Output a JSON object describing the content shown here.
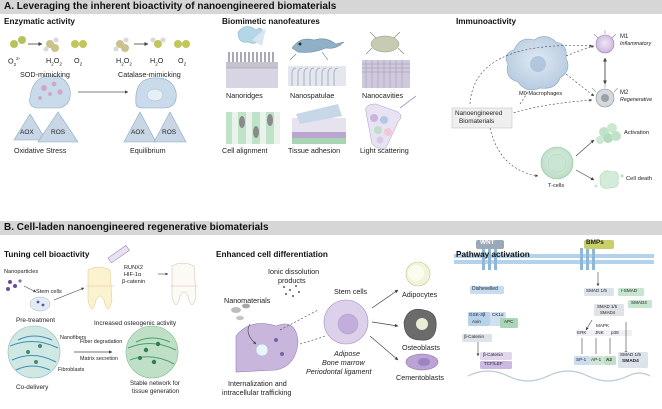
{
  "section_a": {
    "title": "A. Leveraging the inherent bioactivity of nanoengineered biomaterials",
    "enzymatic": {
      "heading": "Enzymatic activity",
      "sod_reactant": "O",
      "sod_reactant_sup": "2-",
      "sod_reactant_sub": "2",
      "h2o2": "H",
      "h2o2_sub1": "2",
      "o_letter": "O",
      "h2o2_sub2": "2",
      "o2": "O",
      "o2_sub": "2",
      "h2o": "H",
      "h2o_sub": "2",
      "h2o_o": "O",
      "sod_label": "SOD-mimicking",
      "catalase_label": "Catalase-mimicking",
      "aox": "AOX",
      "ros": "ROS",
      "stress_label": "Oxidative Stress",
      "equilibrium_label": "Equilibrium"
    },
    "biomimetic": {
      "heading": "Biomimetic nanofeatures",
      "nanoridges": "Nanoridges",
      "nanospatulae": "Nanospatulae",
      "nanocavities": "Nanocavities",
      "cell_alignment": "Cell alignment",
      "tissue_adhesion": "Tissue adhesion",
      "light_scattering": "Light scattering"
    },
    "immuno": {
      "heading": "Immunoactivity",
      "m1": "M1",
      "m1_sub": "Inflammatory",
      "m2": "M2",
      "m2_sub": "Regenerative",
      "m0": "M0 Macrophages",
      "nanoengineered_1": "Nanoengineered",
      "nanoengineered_2": "Biomaterials",
      "activation": "Activation",
      "cell_death": "Cell death",
      "tcells": "T-cells"
    }
  },
  "section_b": {
    "title": "B. Cell-laden nanoengineered regenerative biomaterials",
    "tuning": {
      "heading": "Tuning cell bioactivity",
      "nanoparticles": "Nanoparticles",
      "stem_cells": "Stem cells",
      "runx2": "RUNX2",
      "hif": "HIF-1α",
      "bcatenin": "β-catenin",
      "pretreatment": "Pre-treatment",
      "increased": "Increased osteogenic activity",
      "nanofibers": "Nanofibers",
      "fiber_degradation": "Fiber degradation",
      "matrix_secretion": "Matrix secretion",
      "fibroblasts": "Fibroblasts",
      "stable_1": "Stable network for",
      "stable_2": "tissue generation",
      "codelivery": "Co-delivery"
    },
    "differentiation": {
      "heading": "Enhanced cell differentiation",
      "ionic_1": "Ionic dissolution",
      "ionic_2": "products",
      "stem_cells": "Stem cells",
      "nanomaterials": "Nanomaterials",
      "adipose": "Adipose",
      "bone_marrow": "Bone marrow",
      "periodontal": "Periodontal ligament",
      "internalization_1": "Internalization and",
      "internalization_2": "intracellular trafficking",
      "adipocytes": "Adipocytes",
      "osteoblasts": "Osteoblasts",
      "cementoblasts": "Cementoblasts"
    },
    "pathway": {
      "heading": "Pathway activation",
      "wnt": "WNT",
      "bmps": "BMPs",
      "dishevelled": "Dishevelled",
      "gsk": "GSK-3β",
      "axin": "Axin",
      "ck1a": "CK1α",
      "apc": "APC",
      "bcatenin": "β-Catenin",
      "bcatenin2": "β-Catenin",
      "tcf": "TCF/LEF",
      "smad15a": "SMAD 1/5",
      "ismad": "I-SMAD",
      "smad15b": "SMAD 1/5",
      "smad4a": "SMAD4",
      "smad4b": "SMAD4",
      "mapk": "MAPK",
      "erk": "ERK",
      "jnk": "JNK",
      "p38": "p38",
      "sp1": "SP-1",
      "ap1": "AP-1",
      "a2": "A2",
      "smad15c": "SMAD 1/5",
      "smad4c": "SMAD4"
    }
  }
}
